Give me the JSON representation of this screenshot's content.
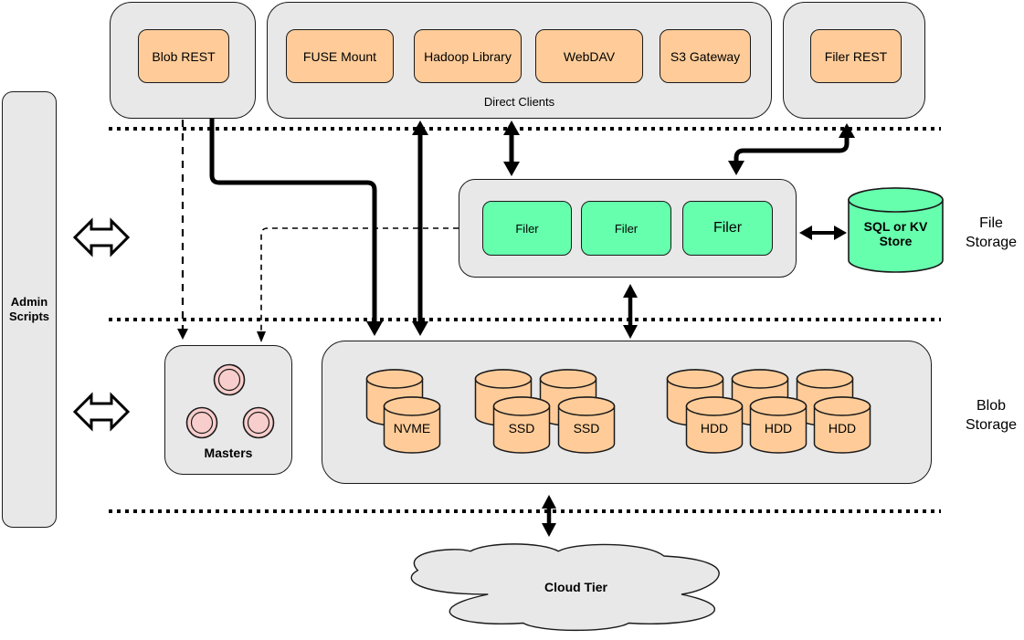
{
  "colors": {
    "container_fill": "#e8e8e8",
    "client_box_fill": "#ffcc99",
    "filer_box_fill": "#66ffad",
    "store_fill": "#66ffad",
    "master_node_fill": "#f8cecc",
    "stroke": "#1a1a1a",
    "background": "#ffffff"
  },
  "admin": {
    "label": "Admin\nScripts"
  },
  "top_row": {
    "blob_rest": "Blob REST",
    "direct_clients_label": "Direct Clients",
    "clients": [
      "FUSE Mount",
      "Hadoop Library",
      "WebDAV",
      "S3 Gateway"
    ],
    "filer_rest": "Filer REST"
  },
  "file_storage": {
    "filers": [
      "Filer",
      "Filer",
      "Filer"
    ],
    "store_label": "SQL or KV Store",
    "layer_label": "File\nStorage"
  },
  "masters": {
    "label": "Masters",
    "node_count": 3
  },
  "blob_storage": {
    "layer_label": "Blob\nStorage",
    "disk_labels": [
      "NVME",
      "SSD",
      "SSD",
      "HDD",
      "HDD",
      "HDD"
    ]
  },
  "cloud": {
    "label": "Cloud Tier"
  },
  "connections": [
    {
      "from": "blob-rest",
      "to": "blob-storage",
      "style": "solid-thick",
      "heads": "to"
    },
    {
      "from": "direct-clients",
      "to": "blob-storage",
      "style": "solid-thick",
      "heads": "both"
    },
    {
      "from": "direct-clients",
      "to": "filer-group",
      "style": "solid-thick",
      "heads": "both"
    },
    {
      "from": "filer-rest",
      "to": "filer-group",
      "style": "solid-thick",
      "heads": "both"
    },
    {
      "from": "filer-group",
      "to": "sql-kv-store",
      "style": "solid",
      "heads": "both"
    },
    {
      "from": "filer-group",
      "to": "blob-storage",
      "style": "solid",
      "heads": "both"
    },
    {
      "from": "blob-storage",
      "to": "cloud-tier",
      "style": "solid",
      "heads": "both"
    },
    {
      "from": "blob-rest",
      "to": "masters",
      "style": "dashed",
      "heads": "to"
    },
    {
      "from": "filer-group",
      "to": "masters",
      "style": "dashed",
      "heads": "to"
    },
    {
      "from": "admin-scripts",
      "to": "file-storage-layer",
      "style": "hollow-double-arrow",
      "heads": "both"
    },
    {
      "from": "admin-scripts",
      "to": "blob-storage-layer",
      "style": "hollow-double-arrow",
      "heads": "both"
    }
  ]
}
